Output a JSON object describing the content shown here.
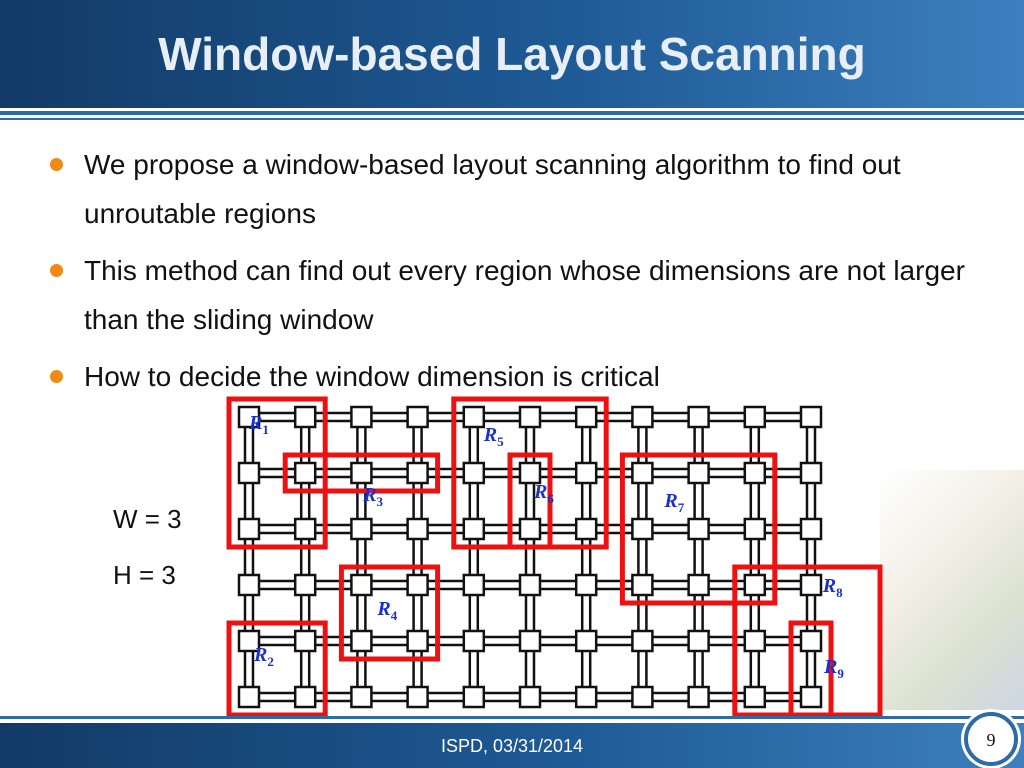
{
  "slide": {
    "title": "Window-based Layout Scanning",
    "bullets": [
      "We propose a window-based layout scanning algorithm to find out unroutable regions",
      "This method can find out every region whose dimensions are not larger than the sliding window",
      "How to decide the window dimension is critical"
    ],
    "window_width_label": "W = 3",
    "window_height_label": "H = 3",
    "footer": "ISPD, 03/31/2014",
    "page_number": "9"
  },
  "diagram": {
    "grid_columns": 11,
    "grid_rows": 6,
    "regions": [
      {
        "base": "R",
        "sub": "1"
      },
      {
        "base": "R",
        "sub": "2"
      },
      {
        "base": "R",
        "sub": "3"
      },
      {
        "base": "R",
        "sub": "4"
      },
      {
        "base": "R",
        "sub": "5"
      },
      {
        "base": "R",
        "sub": "6"
      },
      {
        "base": "R",
        "sub": "7"
      },
      {
        "base": "R",
        "sub": "8"
      },
      {
        "base": "R",
        "sub": "9"
      }
    ]
  },
  "colors": {
    "header_blue": "#1e5a95",
    "bullet_orange": "#f28a12",
    "region_red": "#ee1111",
    "label_blue": "#1a2fd0",
    "grid_black": "#111111"
  }
}
